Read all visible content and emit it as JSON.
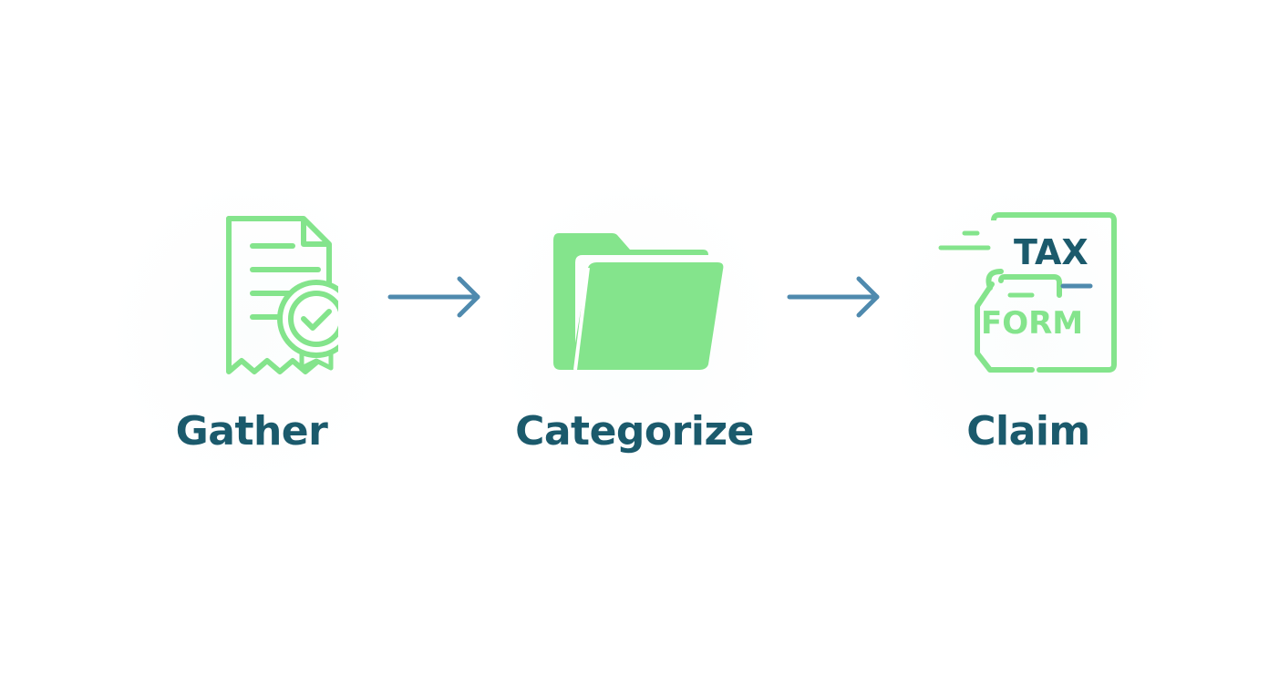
{
  "steps": [
    {
      "label": "Gather",
      "icon": "receipt-check-icon"
    },
    {
      "label": "Categorize",
      "icon": "folder-icon"
    },
    {
      "label": "Claim",
      "icon": "tax-form-icon"
    }
  ],
  "tax_form": {
    "line1": "TAX",
    "line2": "FORM"
  },
  "colors": {
    "icon_green": "#84e48c",
    "label_teal": "#1b5a6c",
    "arrow_blue": "#4f8aae",
    "tax_text": "#1b5a6c"
  }
}
